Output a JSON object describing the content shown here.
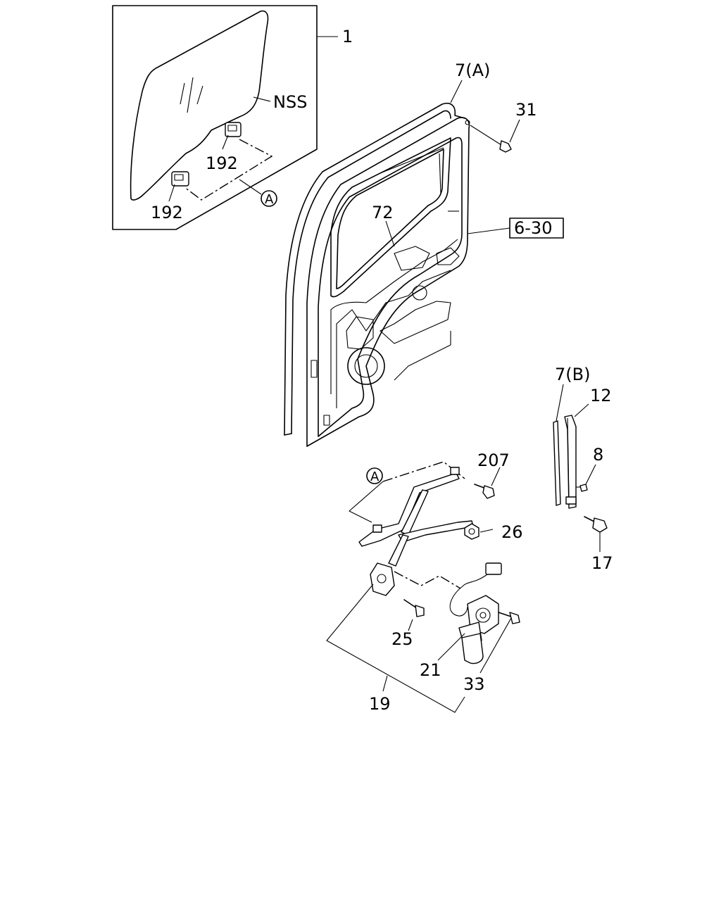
{
  "callouts": {
    "glass": "1",
    "nss": "NSS",
    "clip_upper": "192",
    "clip_lower": "192",
    "ref_a_glass": "A",
    "weatherstrip_a": "7(A)",
    "screw_31": "31",
    "trim_72": "72",
    "ref_6_30": "6-30",
    "weatherstrip_b": "7(B)",
    "channel_12": "12",
    "screw_8": "8",
    "bolt_207": "207",
    "ref_a_regulator": "A",
    "nut_26": "26",
    "bolt_17": "17",
    "screw_25": "25",
    "motor_21": "21",
    "screw_33": "33",
    "regulator_assy_19": "19"
  },
  "icons": {
    "glass": "door-glass-icon",
    "door": "door-panel-icon",
    "regulator": "window-regulator-icon",
    "motor": "regulator-motor-icon"
  }
}
